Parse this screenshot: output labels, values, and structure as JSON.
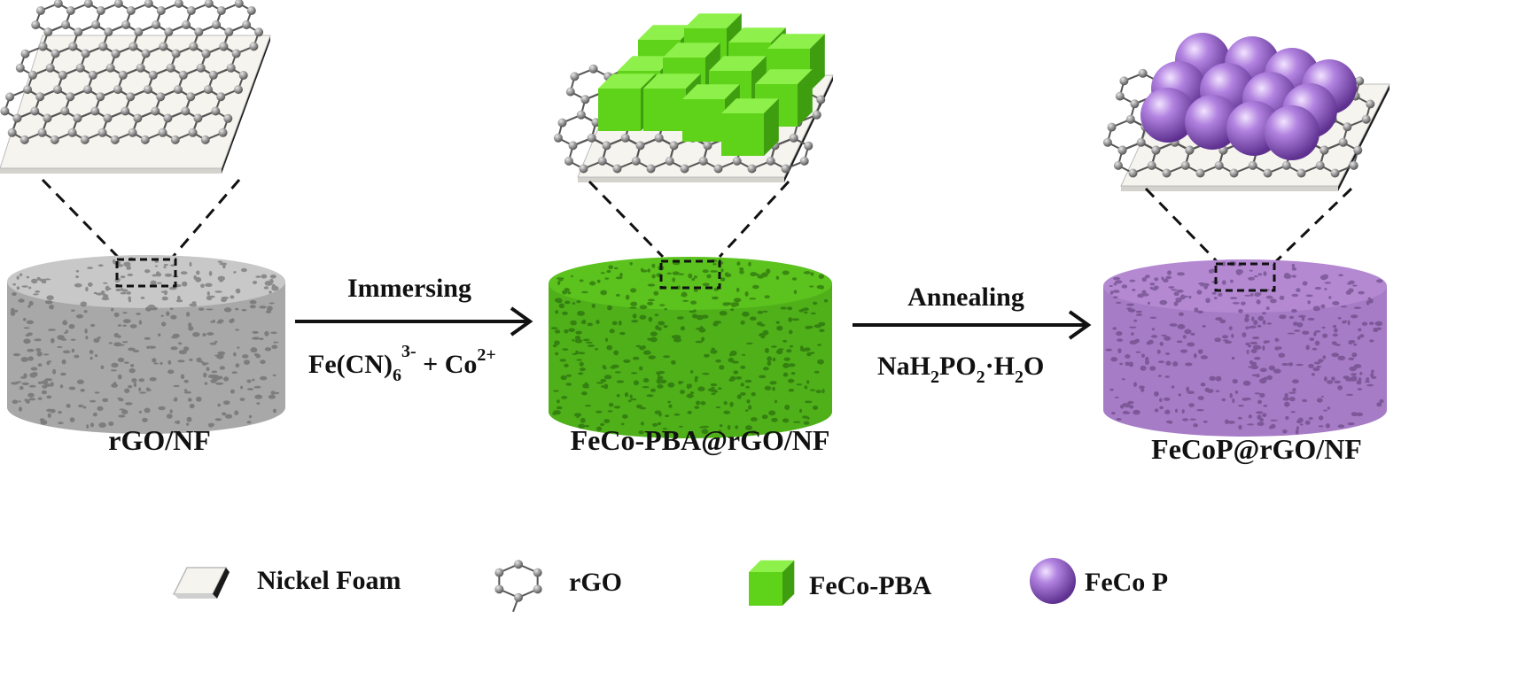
{
  "stages": [
    {
      "label": "rGO/NF",
      "material": "rGO",
      "colors": {
        "top": "#c8c8c8",
        "side": "#a8a8a8",
        "pore": "#5a5a5a"
      }
    },
    {
      "label": "FeCo-PBA@rGO/NF",
      "material": "FeCo-PBA",
      "colors": {
        "top": "#5cc21e",
        "side": "#4fb01a",
        "pore": "#1f5a08"
      }
    },
    {
      "label": "FeCoP@rGO/NF",
      "material": "FeCoP",
      "colors": {
        "top": "#b489d2",
        "side": "#a77cc6",
        "pore": "#5b3c74"
      }
    }
  ],
  "steps": [
    {
      "process": "Immersing",
      "reagent_parts": [
        "Fe(CN)",
        "6",
        "3-",
        " + Co",
        "2+"
      ]
    },
    {
      "process": "Annealing",
      "reagent_parts": [
        "NaH",
        "2",
        "PO",
        "2",
        "·H",
        "2",
        "O"
      ]
    }
  ],
  "legend": [
    {
      "label": "Nickel Foam",
      "icon": "nickel-foam-icon"
    },
    {
      "label": "rGO",
      "icon": "rgo-icon"
    },
    {
      "label": "FeCo-PBA",
      "icon": "cube-icon"
    },
    {
      "label": "FeCo P",
      "icon": "sphere-icon"
    }
  ],
  "colors": {
    "cube_front": "#5fd21a",
    "cube_top": "#8ef04a",
    "cube_side": "#3f9e10",
    "sphere": "#a874d6",
    "sphere_dark": "#6a3a98",
    "plate": "#f6f4ee",
    "plate_edge": "#1a1a1a",
    "atom": "#8c8c8c",
    "bond": "#555555"
  }
}
